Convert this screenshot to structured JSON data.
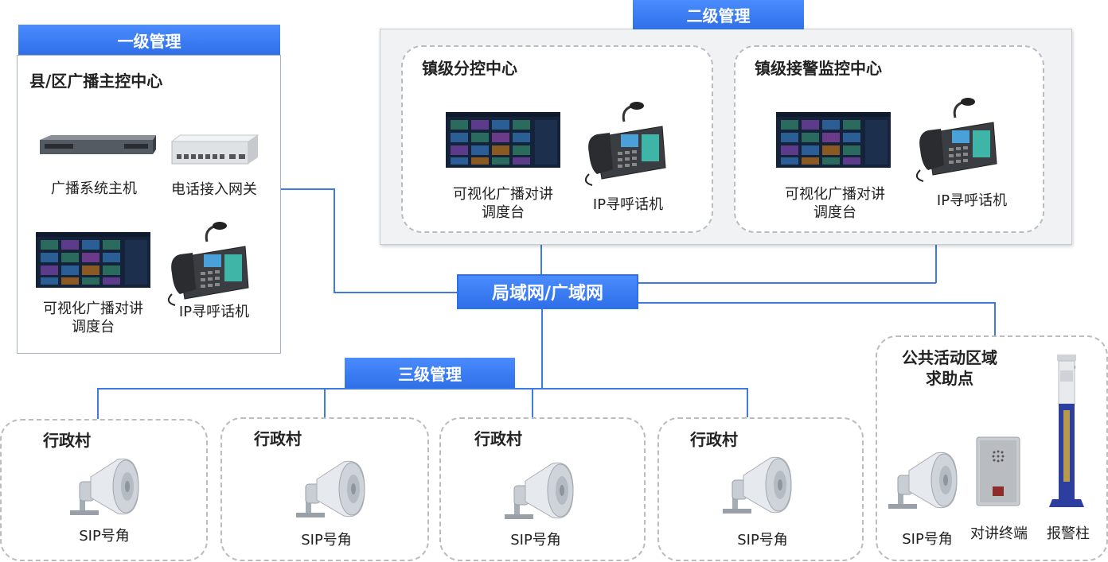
{
  "level1": {
    "tab": "一级管理",
    "title": "县/区广播主控中心",
    "devices": {
      "host": "广播系统主机",
      "gateway": "电话接入网关",
      "console": "可视化广播对讲\n调度台",
      "phone": "IP寻呼话机"
    }
  },
  "level2": {
    "tab": "二级管理",
    "centers": [
      {
        "title": "镇级分控中心",
        "console": "可视化广播对讲\n调度台",
        "phone": "IP寻呼话机"
      },
      {
        "title": "镇级接警监控中心",
        "console": "可视化广播对讲\n调度台",
        "phone": "IP寻呼话机"
      }
    ]
  },
  "network": {
    "label": "局域网/广域网"
  },
  "level3": {
    "tab": "三级管理",
    "villages": [
      {
        "title": "行政村",
        "device": "SIP号角"
      },
      {
        "title": "行政村",
        "device": "SIP号角"
      },
      {
        "title": "行政村",
        "device": "SIP号角"
      },
      {
        "title": "行政村",
        "device": "SIP号角"
      }
    ]
  },
  "public": {
    "title": "公共活动区域\n求助点",
    "devices": {
      "horn": "SIP号角",
      "intercom": "对讲终端",
      "pillar": "报警柱"
    }
  },
  "colors": {
    "accent": "#3c7ef6",
    "line": "#3d7be0",
    "dash": "#b9bcc1"
  }
}
